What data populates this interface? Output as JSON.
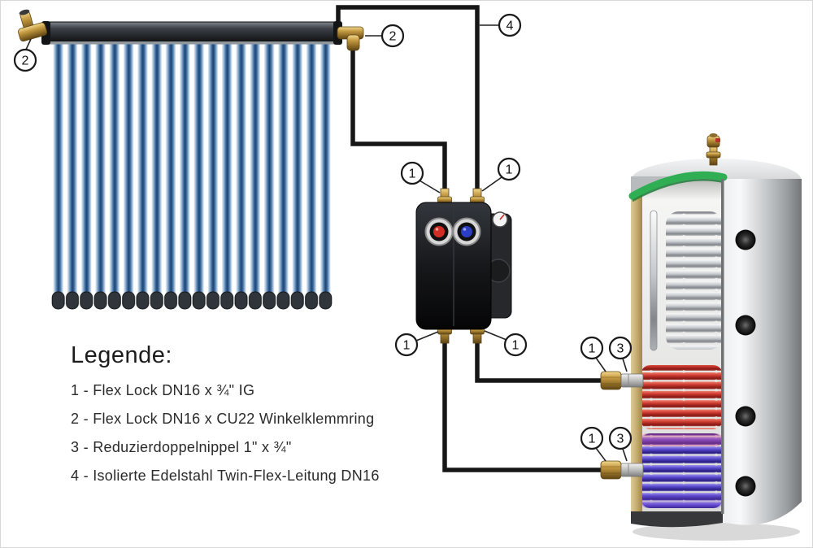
{
  "legend": {
    "title": "Legende:",
    "items": [
      "1 - Flex Lock DN16 x ¾\" IG",
      "2 - Flex Lock DN16 x CU22 Winkelklemmring",
      "3 - Reduzierdoppelnippel 1\" x ¾\"",
      "4 - Isolierte Edelstahl Twin-Flex-Leitung DN16"
    ]
  },
  "callouts": {
    "collector_left": "2",
    "collector_right": "2",
    "twin_flex": "4",
    "pump_top_left": "1",
    "pump_top_right": "1",
    "pump_bottom_left": "1",
    "pump_bottom_right": "1",
    "tank_upper_flex": "1",
    "tank_upper_nipple": "3",
    "tank_lower_flex": "1",
    "tank_lower_nipple": "3"
  },
  "colors": {
    "tube_blue": "#1e4272",
    "brass": "#c59b42",
    "coil_red": "#cd3b30",
    "coil_blue": "#5748cd",
    "gasket_green": "#2fae54",
    "pipe_black": "#161616"
  }
}
